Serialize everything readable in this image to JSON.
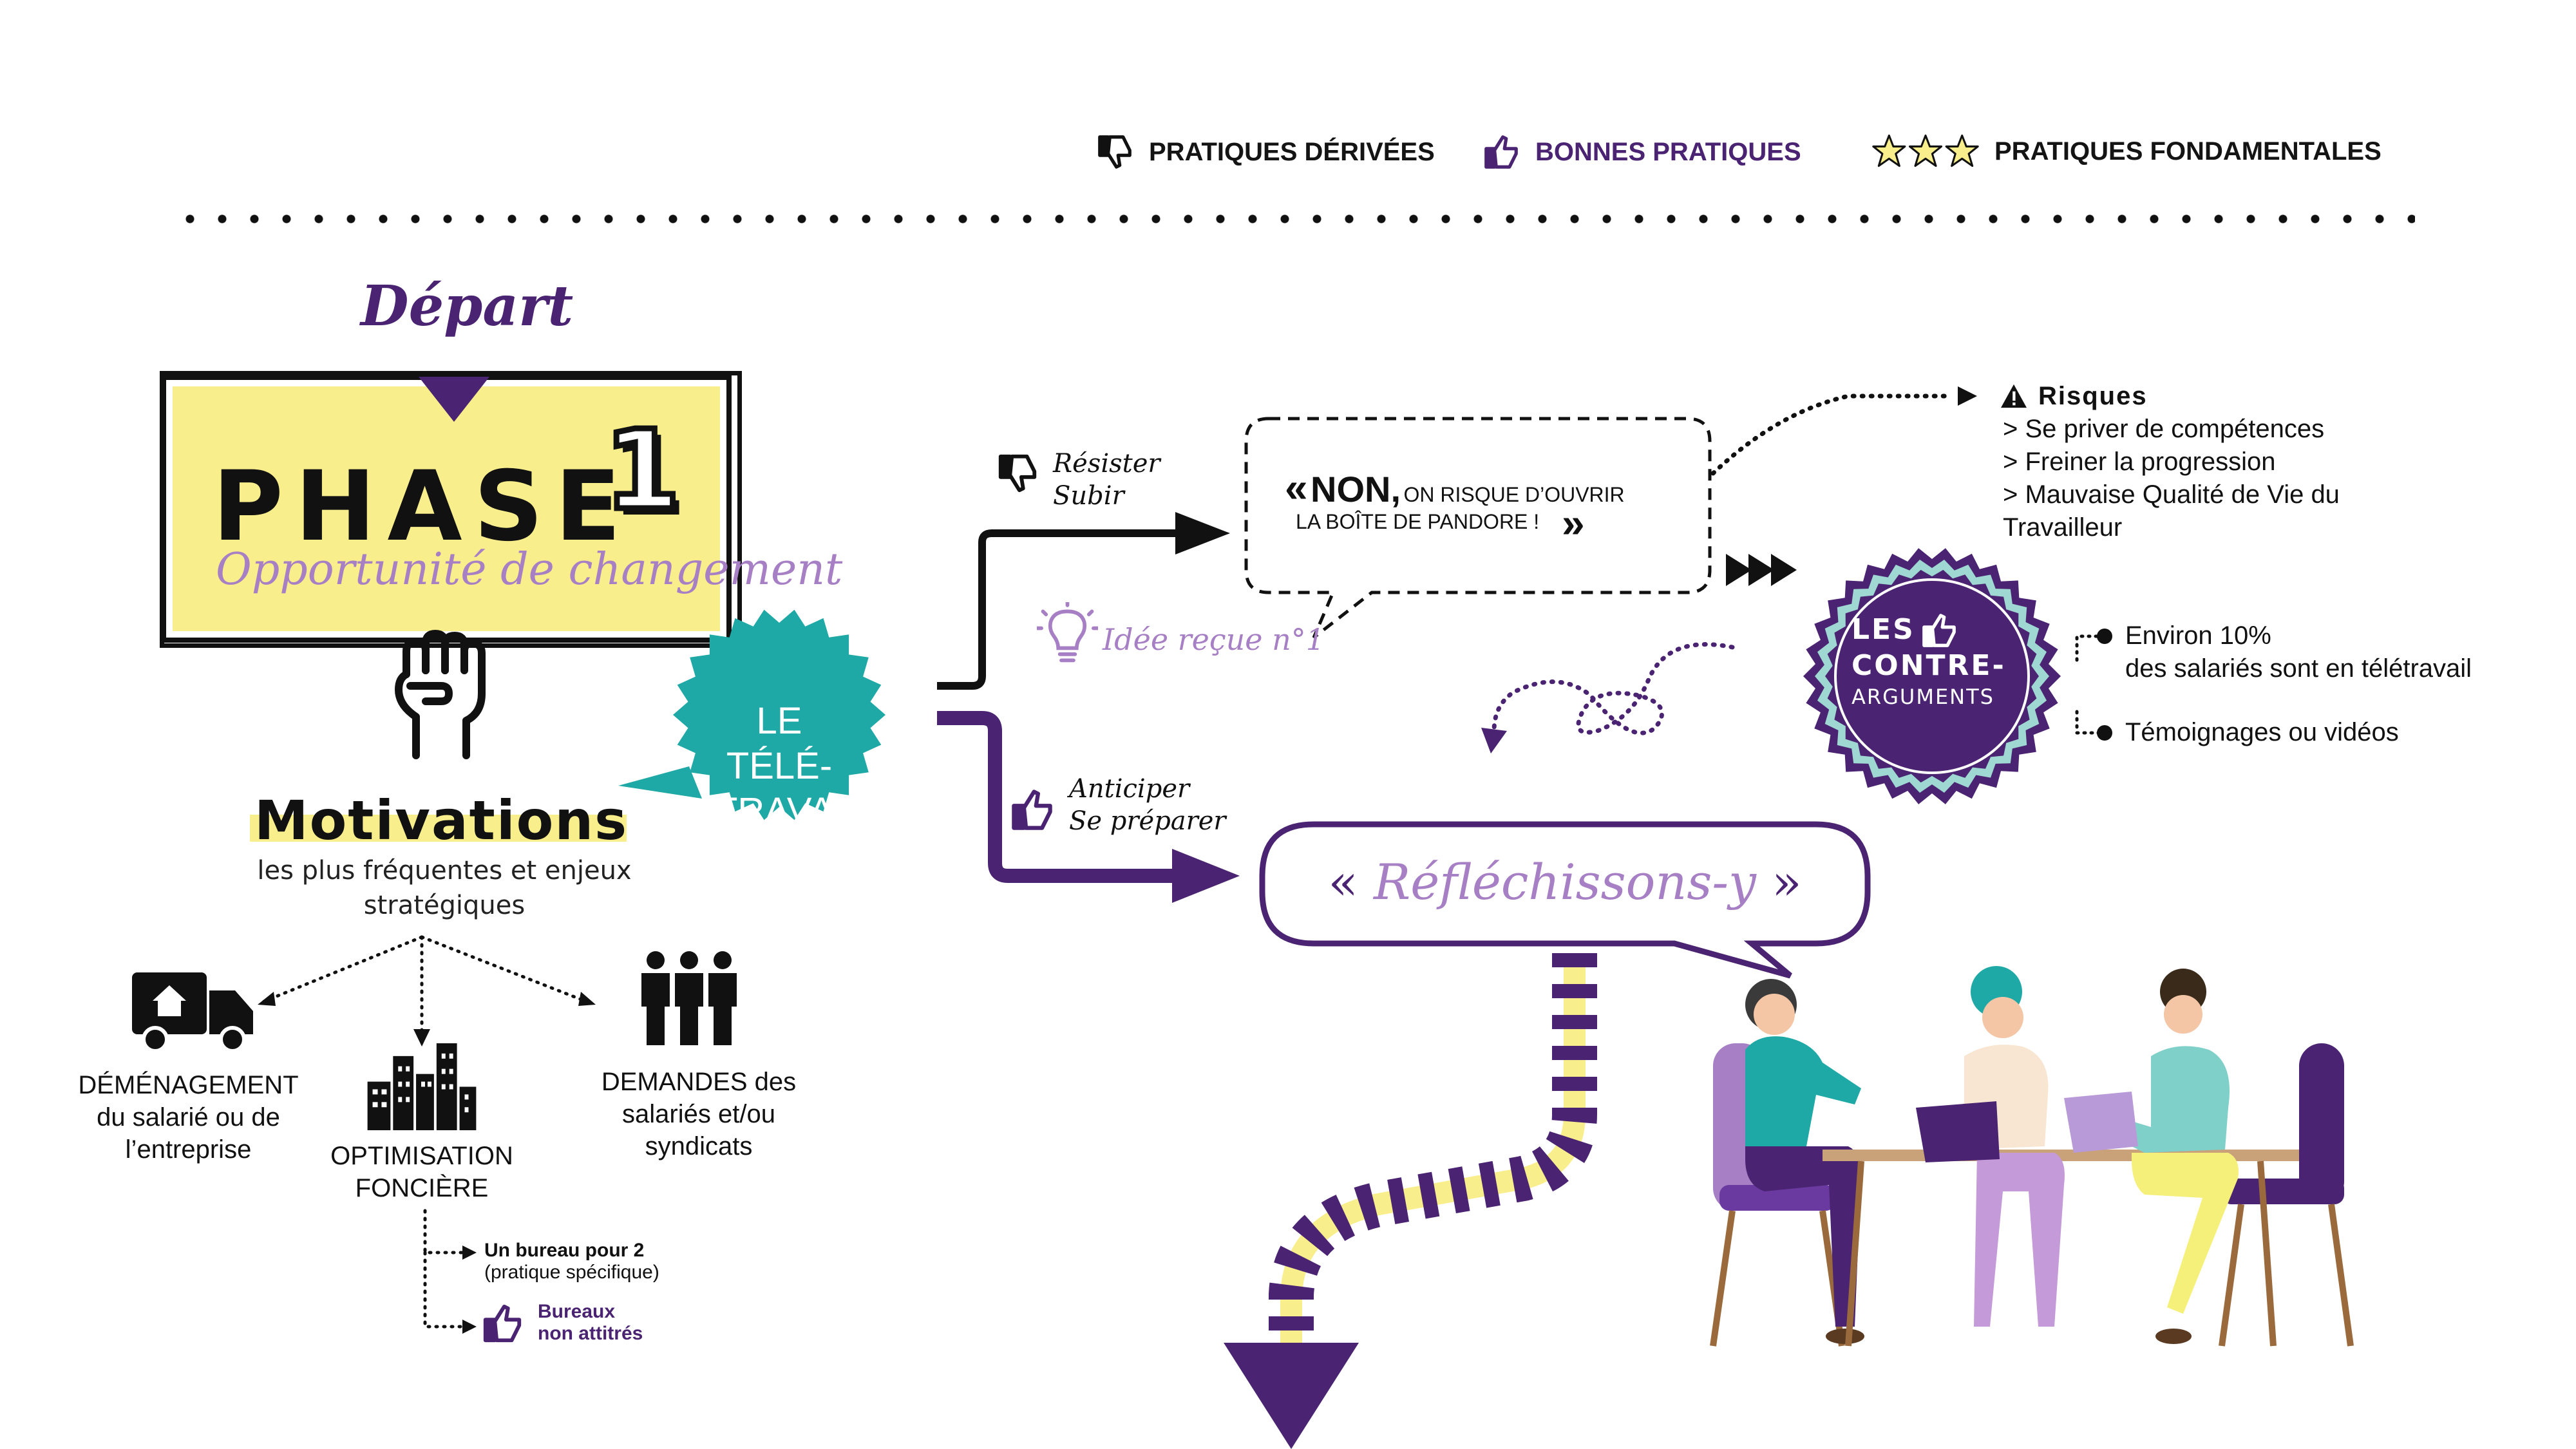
{
  "legend": {
    "derivees": "PRATIQUES DÉRIVÉES",
    "bonnes": "BONNES PRATIQUES",
    "fondamentales": "PRATIQUES FONDAMENTALES"
  },
  "depart": "Départ",
  "phase": {
    "word": "PHASE",
    "number": "1",
    "subtitle": "Opportunité de changement"
  },
  "motivations": {
    "title": "Motivations",
    "subtitle_line1": "les plus fréquentes et enjeux",
    "subtitle_line2": "stratégiques"
  },
  "categories": {
    "demenagement": [
      "DÉMÉNAGEMENT",
      "du salarié ou de",
      "l’entreprise"
    ],
    "optimisation": [
      "OPTIMISATION",
      "FONCIÈRE"
    ],
    "demandes": [
      "DEMANDES des",
      "salariés et/ou",
      "syndicats"
    ]
  },
  "notes": {
    "bureau2_title": "Un bureau pour 2",
    "bureau2_sub": "(pratique spécifique)",
    "non_attitres_line1": "Bureaux",
    "non_attitres_line2": "non attitrés"
  },
  "teletravail": [
    "LE TÉLÉ-",
    "TRAVAIL?"
  ],
  "branches": {
    "resister": [
      "Résister",
      "Subir"
    ],
    "anticiper": [
      "Anticiper",
      "Se préparer"
    ]
  },
  "quote_non": {
    "open": "«",
    "bold": "NON,",
    "line1": "ON RISQUE D’OUVRIR",
    "line2": "LA BOÎTE DE PANDORE !",
    "close": "»"
  },
  "idee_recue": "Idée reçue n°1",
  "reflechissons": {
    "open": "«",
    "text": "Réfléchissons-y",
    "close": "»"
  },
  "risques": {
    "title": "Risques",
    "items": [
      "> Se priver de compétences",
      "> Freiner la progression",
      "> Mauvaise Qualité de Vie du",
      "Travailleur"
    ]
  },
  "contre_arguments": {
    "line1": "LES",
    "line2": "CONTRE-",
    "line3": "ARGUMENTS"
  },
  "arguments": {
    "a1_line1": "Environ 10%",
    "a1_line2": "des salariés sont en télétravail",
    "a2": "Témoignages ou vidéos"
  },
  "colors": {
    "purple": "#4a2472",
    "lilac": "#a67fc4",
    "yellow": "#f8ee8c",
    "teal": "#1fa9a6",
    "black": "#111111"
  }
}
